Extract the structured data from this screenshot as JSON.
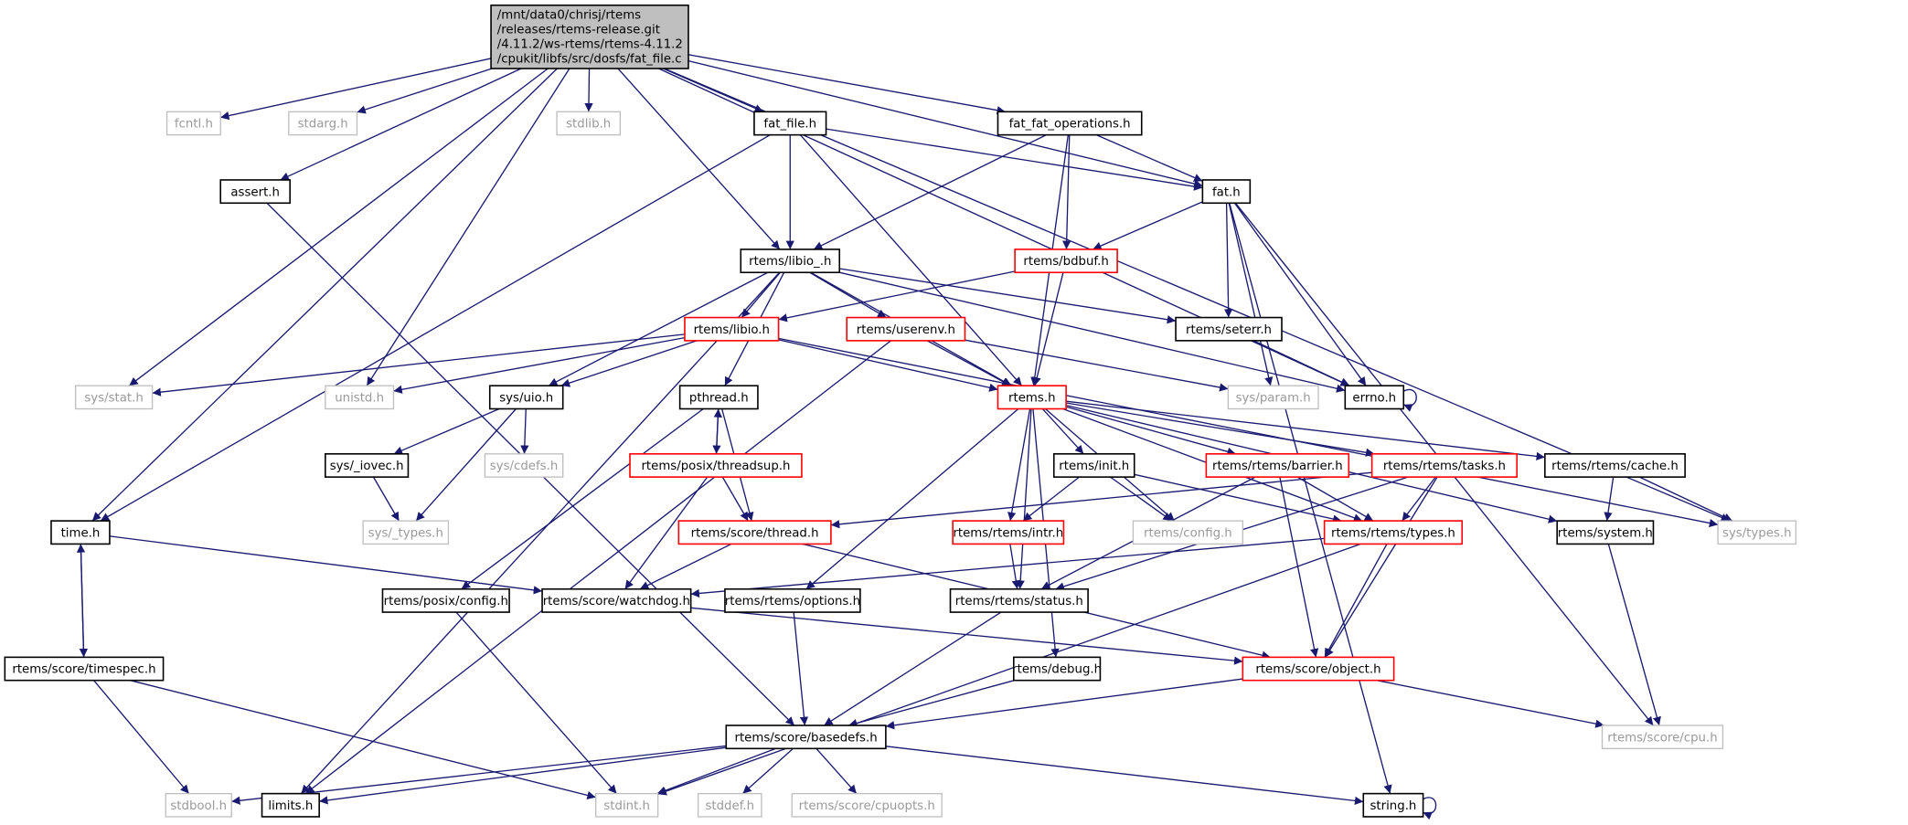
{
  "colors": {
    "edge": "#191970",
    "root_fill": "#bfbfbf",
    "missing_border": "#bfbfbf",
    "missing_text": "#9a9a9a",
    "incomplete_border": "#ff0000",
    "normal_border": "#000000"
  },
  "nodes": [
    {
      "id": "root",
      "lines": [
        "/mnt/data0/chrisj/rtems",
        "/releases/rtems-release.git",
        "/4.11.2/ws-rtems/rtems-4.11.2",
        "/cpukit/libfs/src/dosfs/fat_file.c"
      ],
      "kind": "root"
    },
    {
      "id": "fcntl",
      "label": "fcntl.h",
      "kind": "missing"
    },
    {
      "id": "stdarg",
      "label": "stdarg.h",
      "kind": "missing"
    },
    {
      "id": "stdlib",
      "label": "stdlib.h",
      "kind": "missing"
    },
    {
      "id": "fat_file",
      "label": "fat_file.h",
      "kind": "normal"
    },
    {
      "id": "fat_fat_ops",
      "label": "fat_fat_operations.h",
      "kind": "normal"
    },
    {
      "id": "fat",
      "label": "fat.h",
      "kind": "normal"
    },
    {
      "id": "assert",
      "label": "assert.h",
      "kind": "normal"
    },
    {
      "id": "libio_",
      "label": "rtems/libio_.h",
      "kind": "normal"
    },
    {
      "id": "bdbuf",
      "label": "rtems/bdbuf.h",
      "kind": "incomplete"
    },
    {
      "id": "libio",
      "label": "rtems/libio.h",
      "kind": "incomplete"
    },
    {
      "id": "userenv",
      "label": "rtems/userenv.h",
      "kind": "incomplete"
    },
    {
      "id": "seterr",
      "label": "rtems/seterr.h",
      "kind": "normal"
    },
    {
      "id": "sysstat",
      "label": "sys/stat.h",
      "kind": "missing"
    },
    {
      "id": "unistd",
      "label": "unistd.h",
      "kind": "missing"
    },
    {
      "id": "sysuio",
      "label": "sys/uio.h",
      "kind": "normal"
    },
    {
      "id": "pthread",
      "label": "pthread.h",
      "kind": "normal"
    },
    {
      "id": "rtems",
      "label": "rtems.h",
      "kind": "incomplete"
    },
    {
      "id": "sysparam",
      "label": "sys/param.h",
      "kind": "missing"
    },
    {
      "id": "errno",
      "label": "errno.h",
      "kind": "normal"
    },
    {
      "id": "sysiovec",
      "label": "sys/_iovec.h",
      "kind": "normal"
    },
    {
      "id": "syscdefs",
      "label": "sys/cdefs.h",
      "kind": "missing"
    },
    {
      "id": "threadsup",
      "label": "rtems/posix/threadsup.h",
      "kind": "incomplete"
    },
    {
      "id": "init",
      "label": "rtems/init.h",
      "kind": "normal"
    },
    {
      "id": "barrier",
      "label": "rtems/rtems/barrier.h",
      "kind": "incomplete"
    },
    {
      "id": "tasks",
      "label": "rtems/rtems/tasks.h",
      "kind": "incomplete"
    },
    {
      "id": "cache",
      "label": "rtems/rtems/cache.h",
      "kind": "normal"
    },
    {
      "id": "time",
      "label": "time.h",
      "kind": "normal"
    },
    {
      "id": "systypes_",
      "label": "sys/_types.h",
      "kind": "missing"
    },
    {
      "id": "thread",
      "label": "rtems/score/thread.h",
      "kind": "incomplete"
    },
    {
      "id": "intr",
      "label": "rtems/rtems/intr.h",
      "kind": "incomplete"
    },
    {
      "id": "config",
      "label": "rtems/config.h",
      "kind": "missing"
    },
    {
      "id": "types",
      "label": "rtems/rtems/types.h",
      "kind": "incomplete"
    },
    {
      "id": "system",
      "label": "rtems/system.h",
      "kind": "normal"
    },
    {
      "id": "systypes",
      "label": "sys/types.h",
      "kind": "missing"
    },
    {
      "id": "posixconfig",
      "label": "rtems/posix/config.h",
      "kind": "normal"
    },
    {
      "id": "watchdog",
      "label": "rtems/score/watchdog.h",
      "kind": "normal"
    },
    {
      "id": "options",
      "label": "rtems/rtems/options.h",
      "kind": "normal"
    },
    {
      "id": "status",
      "label": "rtems/rtems/status.h",
      "kind": "normal"
    },
    {
      "id": "timespec",
      "label": "rtems/score/timespec.h",
      "kind": "normal"
    },
    {
      "id": "debug",
      "label": "rtems/debug.h",
      "kind": "normal"
    },
    {
      "id": "object",
      "label": "rtems/score/object.h",
      "kind": "incomplete"
    },
    {
      "id": "basedefs",
      "label": "rtems/score/basedefs.h",
      "kind": "normal"
    },
    {
      "id": "cpu",
      "label": "rtems/score/cpu.h",
      "kind": "missing"
    },
    {
      "id": "stdbool",
      "label": "stdbool.h",
      "kind": "missing"
    },
    {
      "id": "limits",
      "label": "limits.h",
      "kind": "normal"
    },
    {
      "id": "stdint",
      "label": "stdint.h",
      "kind": "missing"
    },
    {
      "id": "stddef",
      "label": "stddef.h",
      "kind": "missing"
    },
    {
      "id": "cpuopts",
      "label": "rtems/score/cpuopts.h",
      "kind": "missing"
    },
    {
      "id": "string",
      "label": "string.h",
      "kind": "normal"
    }
  ],
  "edges": [
    [
      "root",
      "fcntl"
    ],
    [
      "root",
      "stdarg"
    ],
    [
      "root",
      "stdlib"
    ],
    [
      "root",
      "fat_file"
    ],
    [
      "root",
      "fat_fat_ops"
    ],
    [
      "root",
      "fat"
    ],
    [
      "root",
      "assert"
    ],
    [
      "root",
      "libio_"
    ],
    [
      "root",
      "unistd"
    ],
    [
      "root",
      "sysstat"
    ],
    [
      "root",
      "time"
    ],
    [
      "root",
      "errno"
    ],
    [
      "root",
      "systypes"
    ],
    [
      "fat_file",
      "libio_"
    ],
    [
      "fat_file",
      "rtems"
    ],
    [
      "fat_file",
      "fat"
    ],
    [
      "fat_file",
      "time"
    ],
    [
      "fat_fat_ops",
      "libio_"
    ],
    [
      "fat_fat_ops",
      "bdbuf"
    ],
    [
      "fat_fat_ops",
      "rtems"
    ],
    [
      "fat_fat_ops",
      "fat"
    ],
    [
      "fat",
      "bdbuf"
    ],
    [
      "fat",
      "seterr"
    ],
    [
      "fat",
      "sysparam"
    ],
    [
      "fat",
      "errno"
    ],
    [
      "fat",
      "string"
    ],
    [
      "fat",
      "cpu"
    ],
    [
      "assert",
      "basedefs"
    ],
    [
      "libio_",
      "libio"
    ],
    [
      "libio_",
      "userenv"
    ],
    [
      "libio_",
      "rtems"
    ],
    [
      "libio_",
      "seterr"
    ],
    [
      "libio_",
      "errno"
    ],
    [
      "libio_",
      "sysuio"
    ],
    [
      "libio_",
      "pthread"
    ],
    [
      "libio_",
      "limits"
    ],
    [
      "bdbuf",
      "libio"
    ],
    [
      "bdbuf",
      "rtems"
    ],
    [
      "libio",
      "sysstat"
    ],
    [
      "libio",
      "unistd"
    ],
    [
      "libio",
      "sysuio"
    ],
    [
      "libio",
      "rtems"
    ],
    [
      "libio",
      "systypes"
    ],
    [
      "userenv",
      "rtems"
    ],
    [
      "userenv",
      "sysparam"
    ],
    [
      "userenv",
      "limits"
    ],
    [
      "seterr",
      "errno"
    ],
    [
      "errno",
      "errno"
    ],
    [
      "sysuio",
      "sysiovec"
    ],
    [
      "sysuio",
      "syscdefs"
    ],
    [
      "sysuio",
      "systypes_"
    ],
    [
      "sysiovec",
      "systypes_"
    ],
    [
      "pthread",
      "threadsup"
    ],
    [
      "pthread",
      "thread"
    ],
    [
      "pthread",
      "posixconfig"
    ],
    [
      "threadsup",
      "pthread"
    ],
    [
      "threadsup",
      "thread"
    ],
    [
      "threadsup",
      "watchdog"
    ],
    [
      "rtems",
      "init"
    ],
    [
      "rtems",
      "barrier"
    ],
    [
      "rtems",
      "tasks"
    ],
    [
      "rtems",
      "cache"
    ],
    [
      "rtems",
      "intr"
    ],
    [
      "rtems",
      "config"
    ],
    [
      "rtems",
      "types"
    ],
    [
      "rtems",
      "status"
    ],
    [
      "rtems",
      "options"
    ],
    [
      "rtems",
      "debug"
    ],
    [
      "rtems",
      "system"
    ],
    [
      "init",
      "intr"
    ],
    [
      "init",
      "config"
    ],
    [
      "init",
      "types"
    ],
    [
      "barrier",
      "types"
    ],
    [
      "barrier",
      "status"
    ],
    [
      "barrier",
      "object"
    ],
    [
      "tasks",
      "thread"
    ],
    [
      "tasks",
      "types"
    ],
    [
      "tasks",
      "status"
    ],
    [
      "tasks",
      "object"
    ],
    [
      "cache",
      "system"
    ],
    [
      "cache",
      "systypes"
    ],
    [
      "types",
      "watchdog"
    ],
    [
      "types",
      "object"
    ],
    [
      "types",
      "stdint"
    ],
    [
      "intr",
      "status"
    ],
    [
      "thread",
      "watchdog"
    ],
    [
      "thread",
      "object"
    ],
    [
      "watchdog",
      "object"
    ],
    [
      "status",
      "basedefs"
    ],
    [
      "options",
      "basedefs"
    ],
    [
      "posixconfig",
      "stdint"
    ],
    [
      "debug",
      "basedefs"
    ],
    [
      "object",
      "basedefs"
    ],
    [
      "object",
      "cpu"
    ],
    [
      "system",
      "cpu"
    ],
    [
      "time",
      "timespec"
    ],
    [
      "time",
      "watchdog"
    ],
    [
      "timespec",
      "time"
    ],
    [
      "timespec",
      "stdbool"
    ],
    [
      "timespec",
      "stdint"
    ],
    [
      "basedefs",
      "stdbool"
    ],
    [
      "basedefs",
      "limits"
    ],
    [
      "basedefs",
      "stdint"
    ],
    [
      "basedefs",
      "stddef"
    ],
    [
      "basedefs",
      "cpuopts"
    ],
    [
      "basedefs",
      "string"
    ],
    [
      "string",
      "string"
    ]
  ]
}
